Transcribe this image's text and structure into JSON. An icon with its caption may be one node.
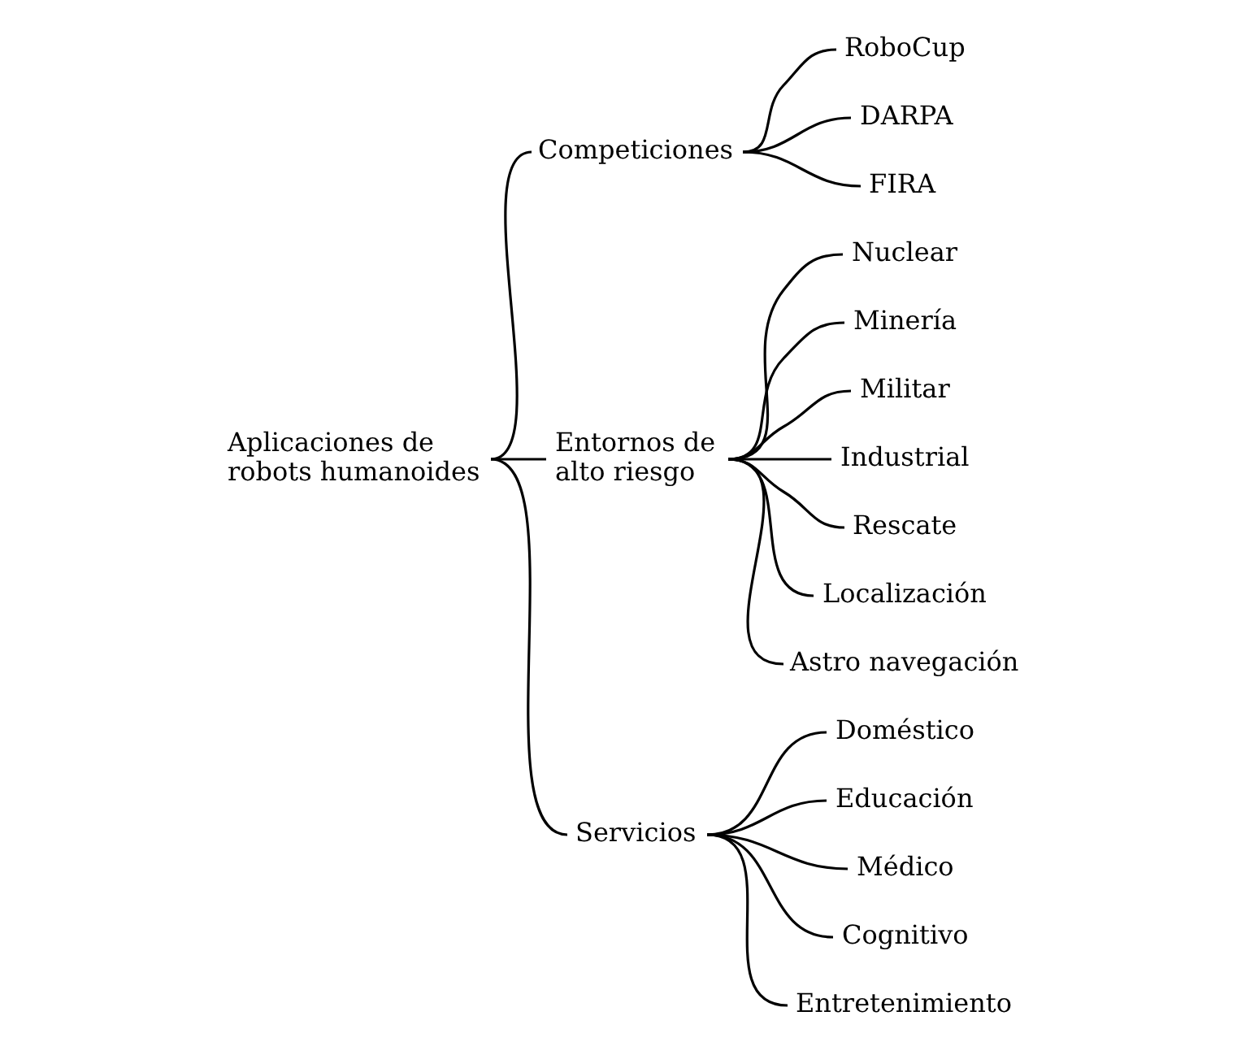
{
  "diagram": {
    "nodes": [
      {
        "text": [
          "Aplicaciones de robots humanoides"
        ]
      },
      {
        "text": [
          "Competiciones"
        ]
      },
      {
        "text": [
          "RoboCup"
        ]
      },
      {
        "text": [
          "DARPA"
        ]
      },
      {
        "text": [
          "FIRA"
        ]
      },
      {
        "text": [
          "Entornos de alto riesgo"
        ]
      },
      {
        "text": [
          "Nuclear"
        ]
      },
      {
        "text": [
          "Minería"
        ]
      },
      {
        "text": [
          "Militar"
        ]
      },
      {
        "text": [
          "Industrial"
        ]
      },
      {
        "text": [
          "Rescate"
        ]
      },
      {
        "text": [
          "Localización"
        ]
      },
      {
        "text": [
          "Astro navegación"
        ]
      },
      {
        "text": [
          "Servicios"
        ]
      },
      {
        "text": [
          "Doméstico"
        ]
      },
      {
        "text": [
          "Educación"
        ]
      },
      {
        "text": [
          "Médico"
        ]
      },
      {
        "text": [
          "Cognitivo"
        ]
      },
      {
        "text": [
          "Entretenimiento"
        ]
      }
    ],
    "edges": [
      {
        "from": 0,
        "to": 1,
        "arrow": "none"
      },
      {
        "from": 0,
        "to": 5,
        "arrow": "none"
      },
      {
        "from": 0,
        "to": 13,
        "arrow": "none"
      },
      {
        "from": 1,
        "to": 2,
        "arrow": "none"
      },
      {
        "from": 1,
        "to": 3,
        "arrow": "none"
      },
      {
        "from": 1,
        "to": 4,
        "arrow": "none"
      },
      {
        "from": 5,
        "to": 6,
        "arrow": "none"
      },
      {
        "from": 5,
        "to": 7,
        "arrow": "none"
      },
      {
        "from": 5,
        "to": 8,
        "arrow": "none"
      },
      {
        "from": 5,
        "to": 9,
        "arrow": "none"
      },
      {
        "from": 5,
        "to": 10,
        "arrow": "none"
      },
      {
        "from": 5,
        "to": 11,
        "arrow": "none"
      },
      {
        "from": 5,
        "to": 12,
        "arrow": "none"
      },
      {
        "from": 13,
        "to": 14,
        "arrow": "none"
      },
      {
        "from": 13,
        "to": 15,
        "arrow": "none"
      },
      {
        "from": 13,
        "to": 16,
        "arrow": "none"
      },
      {
        "from": 13,
        "to": 17,
        "arrow": "none"
      },
      {
        "from": 13,
        "to": 18,
        "arrow": "none"
      }
    ]
  }
}
